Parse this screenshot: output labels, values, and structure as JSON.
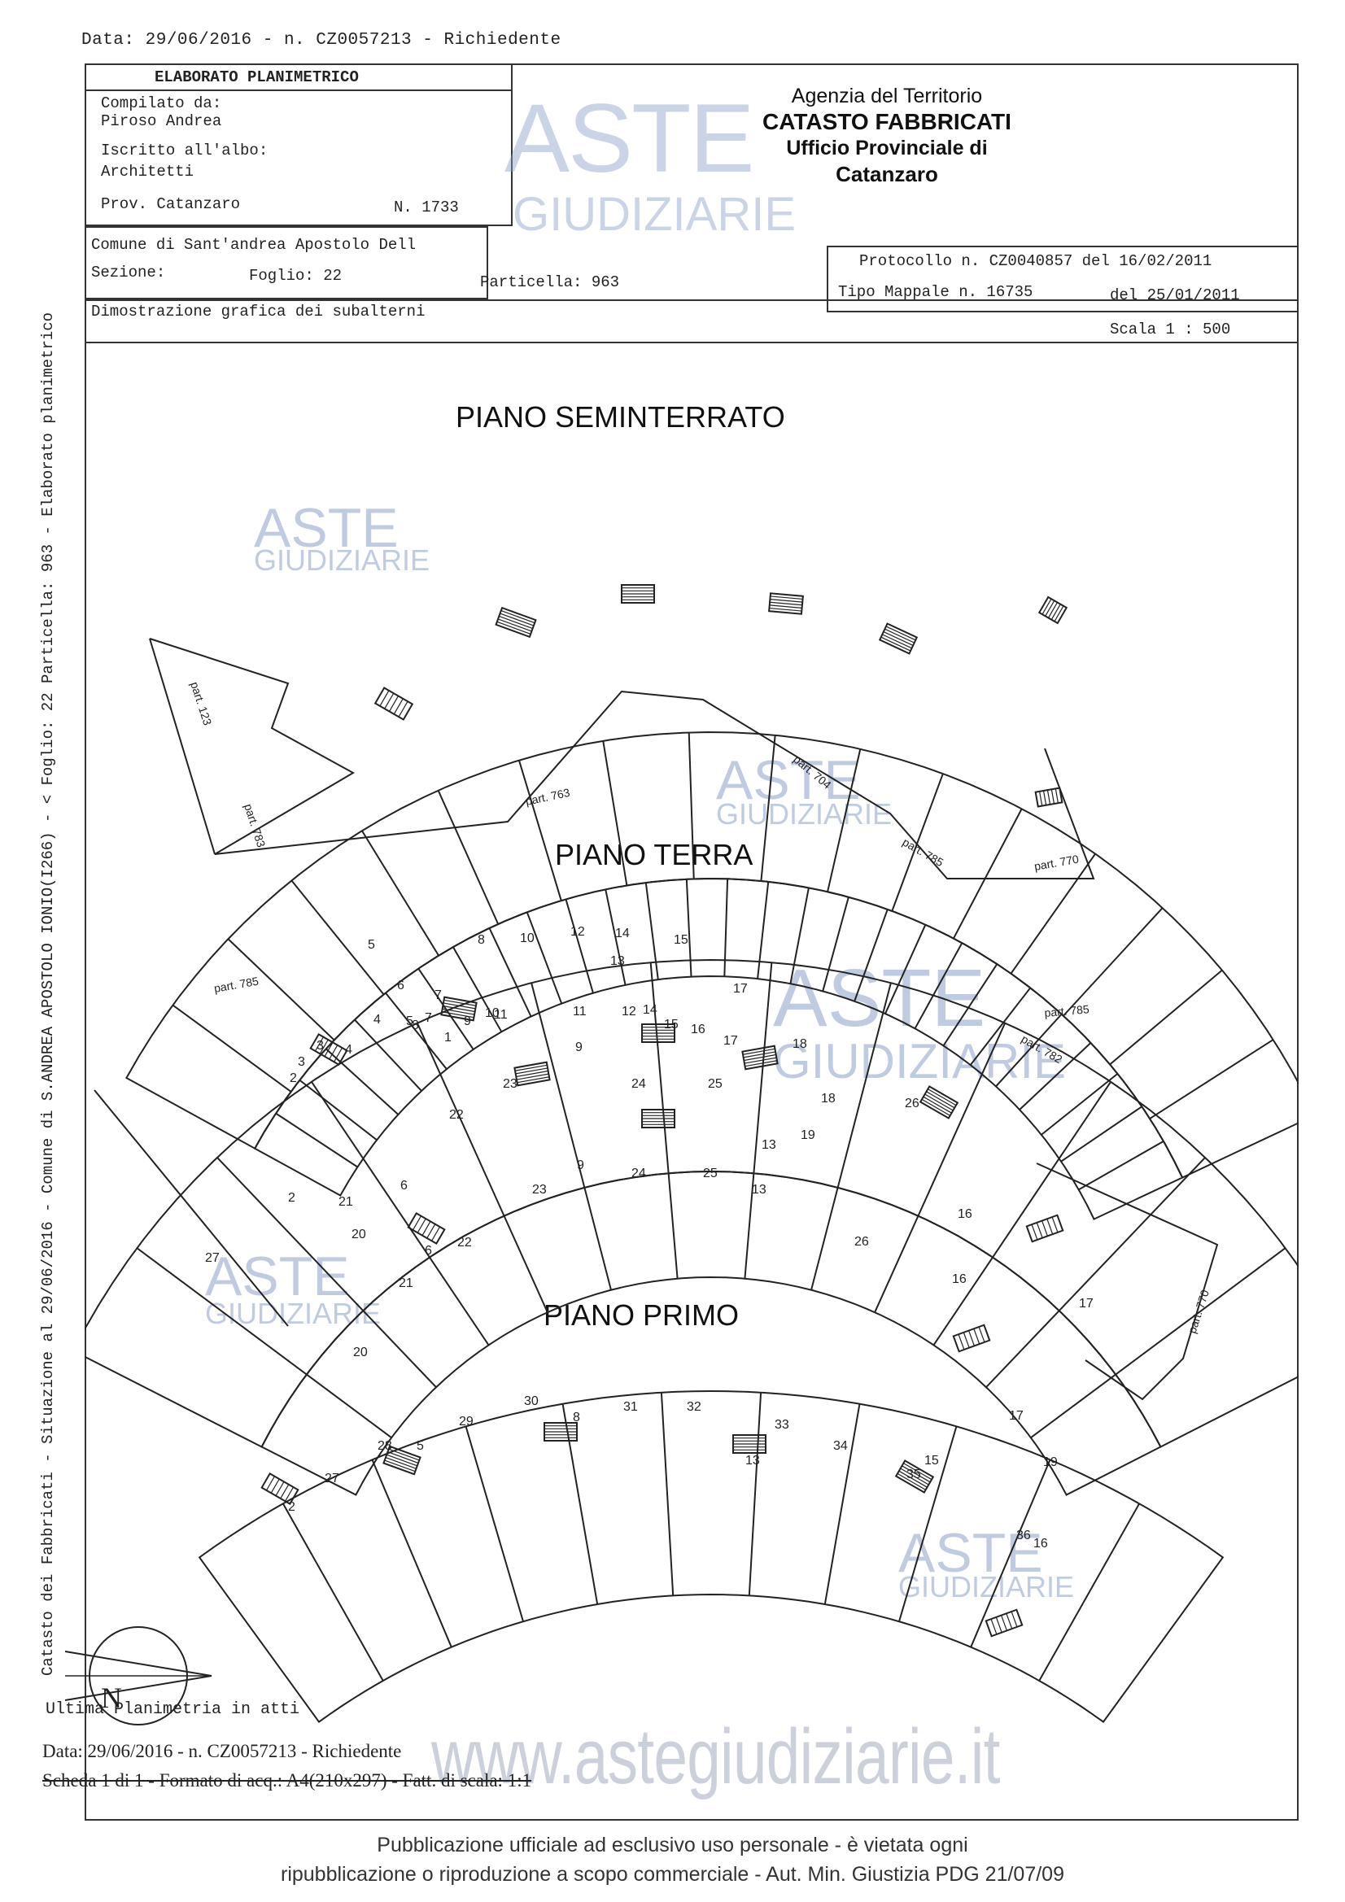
{
  "header": {
    "top_line": "Data: 29/06/2016 - n. CZ0057213 - Richiedente"
  },
  "form": {
    "title": "ELABORATO PLANIMETRICO",
    "compilato_label": "Compilato da:",
    "compilato_name": "Piroso Andrea",
    "iscritto_label": "Iscritto all'albo:",
    "iscritto_value": "Architetti",
    "prov": "Prov. Catanzaro",
    "number": "N. 1733",
    "comune": "Comune di Sant'andrea Apostolo Dell",
    "sezione": "Sezione:",
    "foglio": "Foglio: 22",
    "particella": "Particella: 963",
    "protocollo": "Protocollo n. CZ0040857 del 16/02/2011",
    "tipo_mappale": "Tipo Mappale n. 16735",
    "tipo_date": "del 25/01/2011",
    "dimostrazione": "Dimostrazione grafica dei subalterni",
    "scala": "Scala 1 : 500"
  },
  "agency": {
    "line1": "Agenzia del Territorio",
    "line2": "CATASTO FABBRICATI",
    "line3": "Ufficio Provinciale di",
    "line4": "Catanzaro"
  },
  "watermark": {
    "aste": "ASTE",
    "giudiziarie": "GIUDIZIARIE",
    "url": "www.astegiudiziarie.it"
  },
  "vertical_text": "Catasto dei Fabbricati - Situazione al 29/06/2016 - Comune di S.ANDREA APOSTOLO IONIO(I266) - < Foglio: 22 Particella: 963 - Elaborato planimetrico",
  "plans": {
    "seminterrato_title": "PIANO SEMINTERRATO",
    "terra_title": "PIANO TERRA",
    "primo_title": "PIANO PRIMO",
    "labels_semi": [
      "2",
      "3",
      "3",
      "4",
      "4",
      "5",
      "5",
      "6",
      "7",
      "7",
      "8",
      "8",
      "9",
      "10",
      "10",
      "11",
      "11",
      "12",
      "12",
      "13",
      "14",
      "14",
      "15",
      "15",
      "16",
      "17",
      "17",
      "18",
      "18",
      "19",
      "1"
    ],
    "labels_terra": [
      "2",
      "6",
      "6",
      "9",
      "9",
      "13",
      "13",
      "16",
      "16",
      "17",
      "17",
      "19",
      "20",
      "20",
      "21",
      "21",
      "22",
      "22",
      "23",
      "23",
      "24",
      "24",
      "25",
      "25",
      "26",
      "26",
      "27"
    ],
    "labels_primo": [
      "2",
      "5",
      "8",
      "13",
      "15",
      "16",
      "27",
      "28",
      "29",
      "30",
      "31",
      "32",
      "33",
      "34",
      "35",
      "36"
    ],
    "parts": [
      "part. 123",
      "part. 783",
      "part. 763",
      "part. 704",
      "part. 785",
      "part. 770",
      "part. 785",
      "part. 785",
      "part. 782",
      "part. 770"
    ]
  },
  "footer": {
    "ultima": "Ultima Planimetria in atti",
    "line1": "Data: 29/06/2016 - n. CZ0057213 - Richiedente",
    "line2": "Scheda 1 di 1 - Formato di acq.: A4(210x297) - Fatt. di scala: 1:1",
    "north": "N"
  },
  "notice": {
    "line1": "Pubblicazione ufficiale ad esclusivo uso personale - è vietata ogni",
    "line2": "ripubblicazione o riproduzione a scopo commerciale - Aut. Min. Giustizia PDG 21/07/09"
  }
}
